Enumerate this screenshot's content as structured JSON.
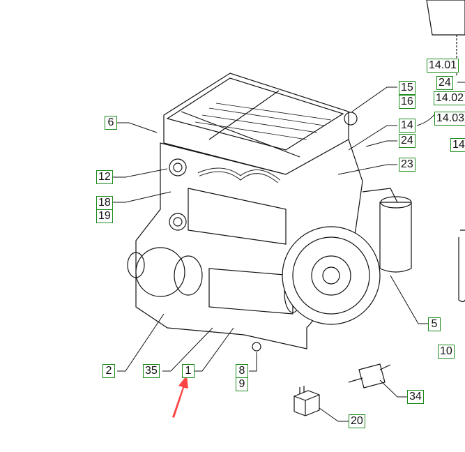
{
  "diagram": {
    "callouts": {
      "c6": "6",
      "c12": "12",
      "c18": "18",
      "c19": "19",
      "c2": "2",
      "c35": "35",
      "c1": "1",
      "c8": "8",
      "c9": "9",
      "c15": "15",
      "c16": "16",
      "c14": "14",
      "c24": "24",
      "c23": "23",
      "c5": "5",
      "c10": "10",
      "c34": "34",
      "c20": "20",
      "c1401": "14.01",
      "c24b": "24",
      "c1402": "14.02",
      "c1403": "14.03",
      "c14b": "14"
    },
    "colors": {
      "label_border": "#1a8a1a",
      "arrow": "#ff4444"
    }
  }
}
